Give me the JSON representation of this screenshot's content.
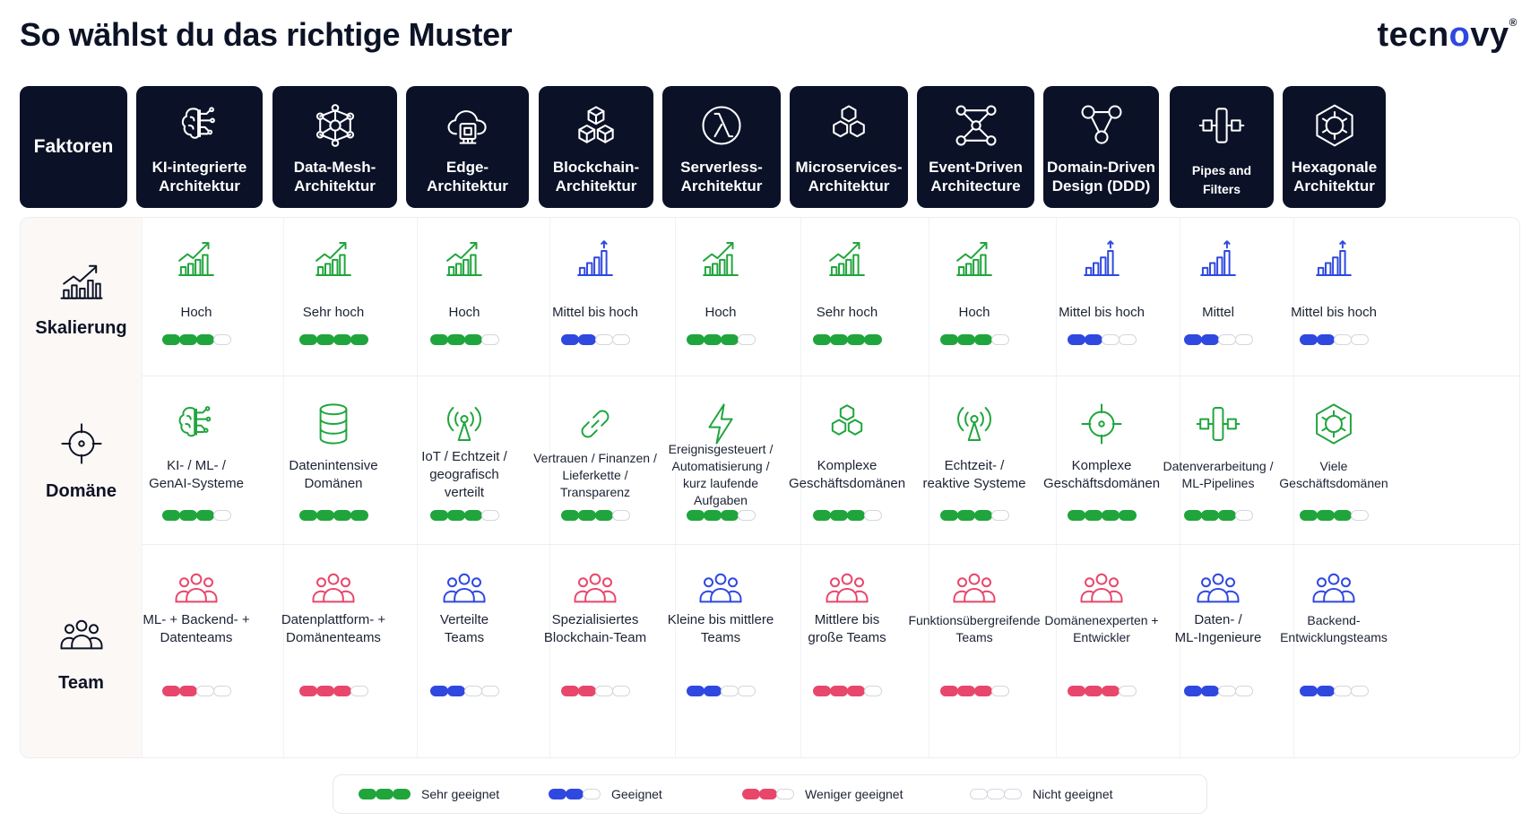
{
  "page": {
    "title": "So wählst du das richtige Muster",
    "brand_prefix": "tecn",
    "brand_o": "o",
    "brand_suffix": "vy",
    "brand_mark": "®"
  },
  "colors": {
    "green": "#1fa53c",
    "blue": "#2f48e0",
    "red": "#e8476b",
    "empty": "#d4d7de",
    "header_bg": "#0b1227"
  },
  "header": {
    "factors_label": "Faktoren",
    "columns": [
      {
        "label": "KI-integrierte\nArchitektur",
        "icon": "brain-circuit-icon"
      },
      {
        "label": "Data-Mesh-\nArchitektur",
        "icon": "network-mesh-icon"
      },
      {
        "label": "Edge-\nArchitektur",
        "icon": "cloud-chip-icon"
      },
      {
        "label": "Blockchain-\nArchitektur",
        "icon": "cubes-icon"
      },
      {
        "label": "Serverless-\nArchitektur",
        "icon": "lambda-icon"
      },
      {
        "label": "Microservices-\nArchitektur",
        "icon": "hexagons-icon"
      },
      {
        "label": "Event-Driven\nArchitecture",
        "icon": "event-nodes-icon"
      },
      {
        "label": "Domain-Driven\nDesign (DDD)",
        "icon": "domain-tree-icon"
      },
      {
        "label": "Pipes and Filters",
        "icon": "pipe-filter-icon"
      },
      {
        "label": "Hexagonale\nArchitektur",
        "icon": "hexagon-ring-icon"
      }
    ]
  },
  "rows": [
    {
      "label": "Skalierung",
      "icon": "scaling-chart-icon",
      "cells": [
        {
          "text": "Hoch",
          "icon": "growth-chart-icon",
          "color": "g",
          "level": 3
        },
        {
          "text": "Sehr hoch",
          "icon": "growth-chart-icon",
          "color": "g",
          "level": 4
        },
        {
          "text": "Hoch",
          "icon": "growth-chart-icon",
          "color": "g",
          "level": 3
        },
        {
          "text": "Mittel bis hoch",
          "icon": "signal-bars-icon",
          "color": "b",
          "level": 2
        },
        {
          "text": "Hoch",
          "icon": "growth-chart-icon",
          "color": "g",
          "level": 3
        },
        {
          "text": "Sehr hoch",
          "icon": "growth-chart-icon",
          "color": "g",
          "level": 4
        },
        {
          "text": "Hoch",
          "icon": "growth-chart-icon",
          "color": "g",
          "level": 3
        },
        {
          "text": "Mittel bis hoch",
          "icon": "signal-bars-icon",
          "color": "b",
          "level": 2
        },
        {
          "text": "Mittel",
          "icon": "signal-bars-icon",
          "color": "b",
          "level": 2
        },
        {
          "text": "Mittel bis hoch",
          "icon": "signal-bars-icon",
          "color": "b",
          "level": 2
        }
      ]
    },
    {
      "label": "Domäne",
      "icon": "crosshair-icon",
      "cells": [
        {
          "text": "KI- / ML- /\nGenAI-Systeme",
          "icon": "brain-circuit-icon",
          "color": "g",
          "level": 3
        },
        {
          "text": "Datenintensive\nDomänen",
          "icon": "database-icon",
          "color": "g",
          "level": 4
        },
        {
          "text": "IoT / Echtzeit /\ngeografisch\nverteilt",
          "icon": "antenna-icon",
          "color": "g",
          "level": 3
        },
        {
          "text": "Vertrauen / Finanzen /\nLieferkette /\nTransparenz",
          "icon": "chain-link-icon",
          "color": "g",
          "level": 3,
          "tight": true
        },
        {
          "text": "Ereignisgesteuert /\nAutomatisierung /\nkurz laufende\nAufgaben",
          "icon": "lightning-icon",
          "color": "g",
          "level": 3,
          "tight": true
        },
        {
          "text": "Komplexe\nGeschäftsdomänen",
          "icon": "hexagons-icon",
          "color": "g",
          "level": 3
        },
        {
          "text": "Echtzeit- /\nreaktive Systeme",
          "icon": "antenna-icon",
          "color": "g",
          "level": 3
        },
        {
          "text": "Komplexe\nGeschäftsdomänen",
          "icon": "crosshair-icon",
          "color": "g",
          "level": 4
        },
        {
          "text": "Datenverarbeitung /\nML-Pipelines",
          "icon": "pipe-filter-icon",
          "color": "g",
          "level": 3,
          "tight": true
        },
        {
          "text": "Viele\nGeschäftsdomänen",
          "icon": "hexagon-ring-icon",
          "color": "g",
          "level": 3,
          "tight": true
        }
      ]
    },
    {
      "label": "Team",
      "icon": "team-icon",
      "cells": [
        {
          "text": "ML- + Backend- +\nDatenteams",
          "icon": "team-icon",
          "color": "r",
          "level": 2
        },
        {
          "text": "Datenplattform- +\nDomänenteams",
          "icon": "team-icon",
          "color": "r",
          "level": 3
        },
        {
          "text": "Verteilte\nTeams",
          "icon": "team-icon",
          "color": "b",
          "level": 2
        },
        {
          "text": "Spezialisiertes\nBlockchain-Team",
          "icon": "team-icon",
          "color": "r",
          "level": 2
        },
        {
          "text": "Kleine bis mittlere\nTeams",
          "icon": "team-icon",
          "color": "b",
          "level": 2
        },
        {
          "text": "Mittlere bis\ngroße Teams",
          "icon": "team-icon",
          "color": "r",
          "level": 3
        },
        {
          "text": "Funktionsübergreifende\nTeams",
          "icon": "team-icon",
          "color": "r",
          "level": 3,
          "tight": true
        },
        {
          "text": "Domänenexperten +\nEntwickler",
          "icon": "team-icon",
          "color": "r",
          "level": 3,
          "tight": true
        },
        {
          "text": "Daten- /\nML-Ingenieure",
          "icon": "team-icon",
          "color": "b",
          "level": 2
        },
        {
          "text": "Backend-\nEntwicklungsteams",
          "icon": "team-icon",
          "color": "b",
          "level": 2,
          "tight": true
        }
      ]
    }
  ],
  "legend": [
    {
      "label": "Sehr geeignet",
      "color": "g",
      "level": 3
    },
    {
      "label": "Geeignet",
      "color": "b",
      "level": 2
    },
    {
      "label": "Weniger geeignet",
      "color": "r",
      "level": 2
    },
    {
      "label": "Nicht geeignet",
      "color": "",
      "level": 0
    }
  ]
}
